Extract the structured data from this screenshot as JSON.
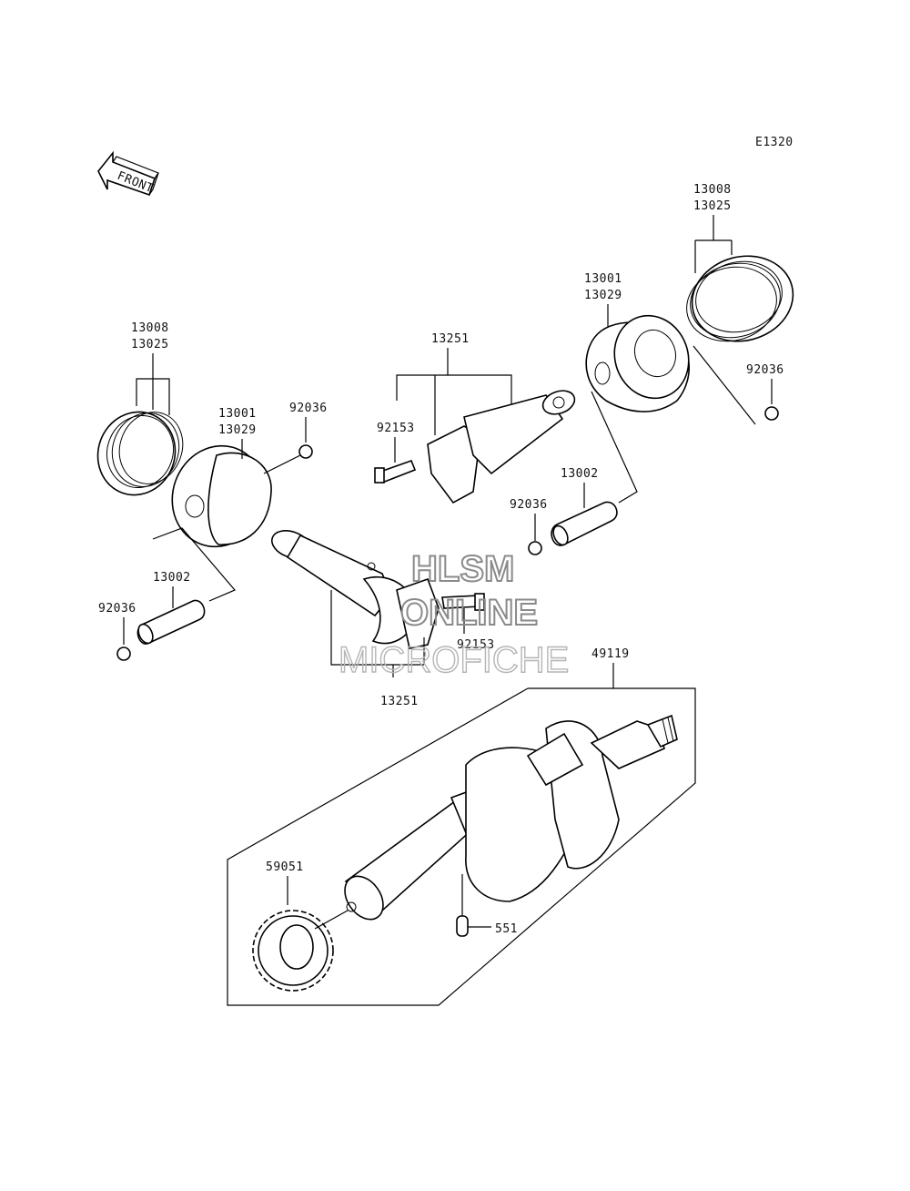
{
  "diagram_code": "E1320",
  "front_label": "FRONT",
  "parts": {
    "rings_left_a": "13008",
    "rings_left_b": "13025",
    "piston_left_a": "13001",
    "piston_left_b": "13029",
    "circlip_left_top": "92036",
    "circlip_left_bottom": "92036",
    "pin_left": "13002",
    "conrod_left": "13251",
    "bolt_left": "92153",
    "conrod_right": "13251",
    "bolt_right": "92153",
    "circlip_mid": "92036",
    "pin_right": "13002",
    "piston_right_a": "13001",
    "piston_right_b": "13029",
    "rings_right_a": "13008",
    "rings_right_b": "13025",
    "circlip_right": "92036",
    "crankshaft": "49119",
    "gear": "59051",
    "dowel": "551"
  },
  "watermark": {
    "line1": "HLSM",
    "line2": "ONLINE",
    "line3": "MICROFICHE"
  }
}
